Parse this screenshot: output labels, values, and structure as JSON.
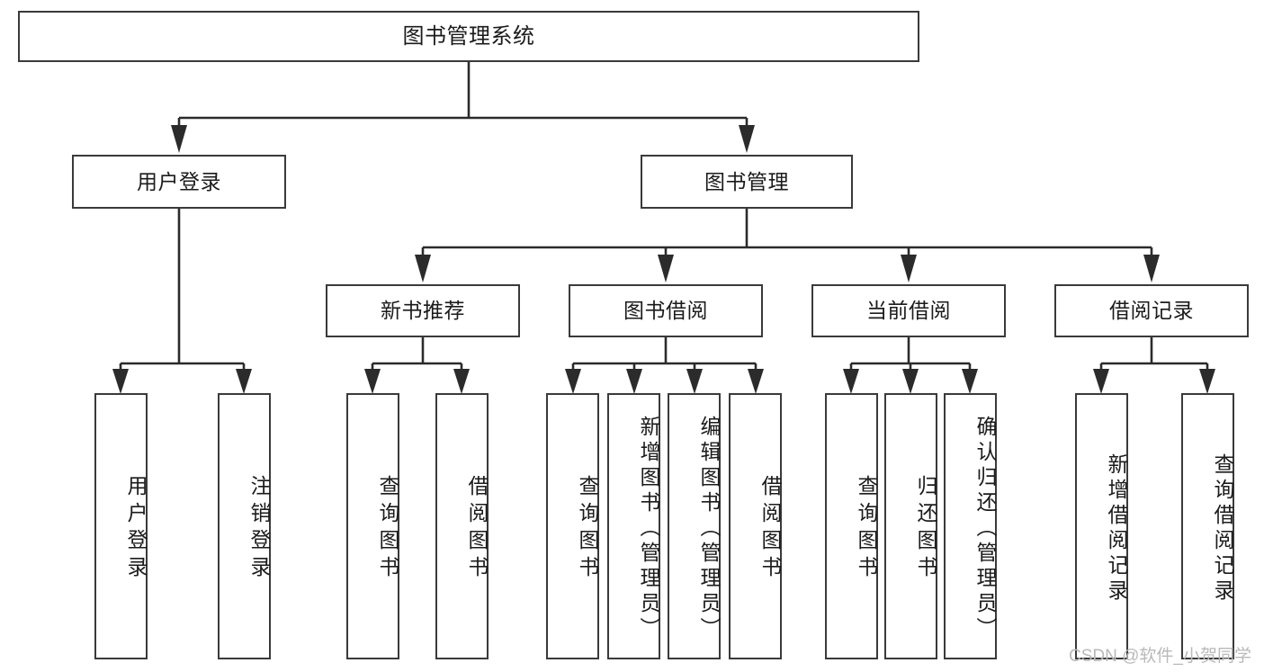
{
  "diagram": {
    "type": "tree-hierarchy",
    "title": "图书管理系统",
    "watermark": "CSDN @软件_小贺同学",
    "colors": {
      "background": "#ffffff",
      "box_border": "#3a3a3a",
      "connector": "#2b2b2b",
      "text": "#1b1b1b",
      "watermark": "#b9b9b9"
    },
    "nodes": {
      "root": {
        "label": "图书管理系统",
        "level": 1
      },
      "level2": [
        {
          "id": "user-login",
          "label": "用户登录"
        },
        {
          "id": "book-manage",
          "label": "图书管理"
        }
      ],
      "level3": [
        {
          "id": "new-book-recommend",
          "label": "新书推荐",
          "parent": "book-manage"
        },
        {
          "id": "book-borrow",
          "label": "图书借阅",
          "parent": "book-manage"
        },
        {
          "id": "current-borrow",
          "label": "当前借阅",
          "parent": "book-manage"
        },
        {
          "id": "borrow-record",
          "label": "借阅记录",
          "parent": "book-manage"
        }
      ],
      "leaves": [
        {
          "id": "leaf-user-login",
          "label": "用户登录",
          "parent": "user-login"
        },
        {
          "id": "leaf-user-logout",
          "label": "注销登录",
          "parent": "user-login"
        },
        {
          "id": "leaf-query-book-1",
          "label": "查询图书",
          "parent": "new-book-recommend"
        },
        {
          "id": "leaf-borrow-book-1",
          "label": "借阅图书",
          "parent": "new-book-recommend"
        },
        {
          "id": "leaf-query-book-2",
          "label": "查询图书",
          "parent": "book-borrow"
        },
        {
          "id": "leaf-add-book",
          "label": "新增图书（管理员）",
          "parent": "book-borrow"
        },
        {
          "id": "leaf-edit-book",
          "label": "编辑图书（管理员）",
          "parent": "book-borrow"
        },
        {
          "id": "leaf-borrow-book-2",
          "label": "借阅图书",
          "parent": "book-borrow"
        },
        {
          "id": "leaf-query-book-3",
          "label": "查询图书",
          "parent": "current-borrow"
        },
        {
          "id": "leaf-return-book",
          "label": "归还图书",
          "parent": "current-borrow"
        },
        {
          "id": "leaf-confirm-return",
          "label": "确认归还（管理员）",
          "parent": "current-borrow"
        },
        {
          "id": "leaf-add-record",
          "label": "新增借阅记录",
          "parent": "borrow-record"
        },
        {
          "id": "leaf-query-record",
          "label": "查询借阅记录",
          "parent": "borrow-record"
        }
      ]
    }
  }
}
